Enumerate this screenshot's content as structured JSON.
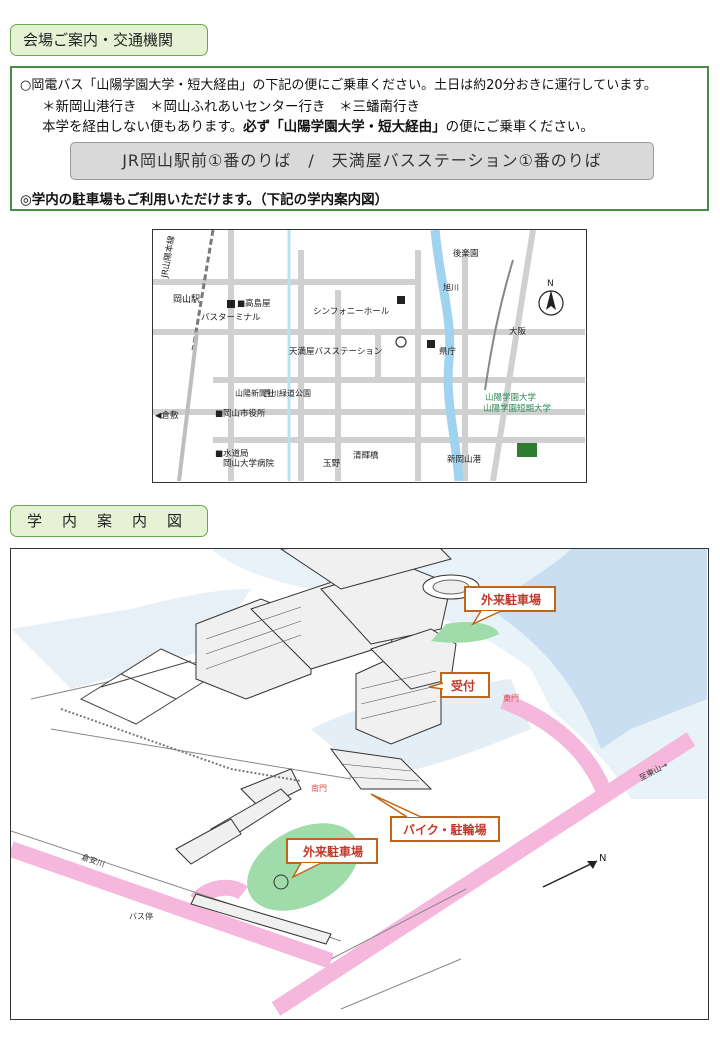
{
  "sections": {
    "access_title": "会場ご案内・交通機関",
    "campus_title": "学内案内図"
  },
  "info": {
    "line1": "○岡電バス「山陽学園大学・短大経由」の下記の便にご乗車ください。土日は約20分おきに運行しています。",
    "line2": "＊新岡山港行き　＊岡山ふれあいセンター行き　＊三蟠南行き",
    "line3_pre": "本学を経由しない便もあります。",
    "line3_bold": "必ず「山陽学園大学・短大経由」",
    "line3_post": "の便にご乗車ください。",
    "stops": "JR岡山駅前①番のりば　/　天満屋バスステーション①番のりば",
    "line4": "◎学内の駐車場もご利用いただけます。（下記の学内案内図）"
  },
  "access_map": {
    "labels": {
      "jr_line": "JR山陽本線",
      "okayama_st": "岡山駅",
      "takashimaya": "■高島屋",
      "bus_terminal": "バスターミナル",
      "symphony": "シンフォニーホール",
      "tenmaya_bs": "天満屋バスステーション",
      "sanyo_shimbun": "山陽新聞社",
      "nishigawa_park": "西川緑道公園",
      "kencho": "県庁",
      "asahi_river": "旭川",
      "korakuen": "後楽園",
      "to_osaka": "大阪",
      "to_kurashiki": "◀倉敷",
      "city_hall": "■岡山市役所",
      "waterworks": "■水道局",
      "univ_hospital": "岡山大学病院",
      "to_tamano": "玉野",
      "seiki_bridge": "清輝橋",
      "to_shinokayamako": "新岡山港",
      "university": "山陽学園大学",
      "junior_college": "山陽学園短期大学",
      "north": "N"
    },
    "colors": {
      "river": "#9fd3ef",
      "road": "#d0d0d0",
      "rail": "#7a7a7a",
      "univ": "#2e7d32",
      "univ_text": "#2e8b57"
    }
  },
  "campus_map": {
    "callouts": {
      "visitor_parking_top": "外来駐車場",
      "reception": "受付",
      "bike_parking": "バイク・駐輪場",
      "visitor_parking_bottom": "外来駐車場"
    },
    "labels": {
      "south_gate": "南門",
      "east_gate": "東門",
      "kurayasu_river": "倉安川",
      "bus_stop": "バス停",
      "to_hyakkenzan": "至東山→",
      "north": "N"
    },
    "colors": {
      "road": "#f5b8dc",
      "green": "#9fdcaa",
      "callout_border": "#c0661a",
      "callout_text": "#c0392b"
    }
  }
}
